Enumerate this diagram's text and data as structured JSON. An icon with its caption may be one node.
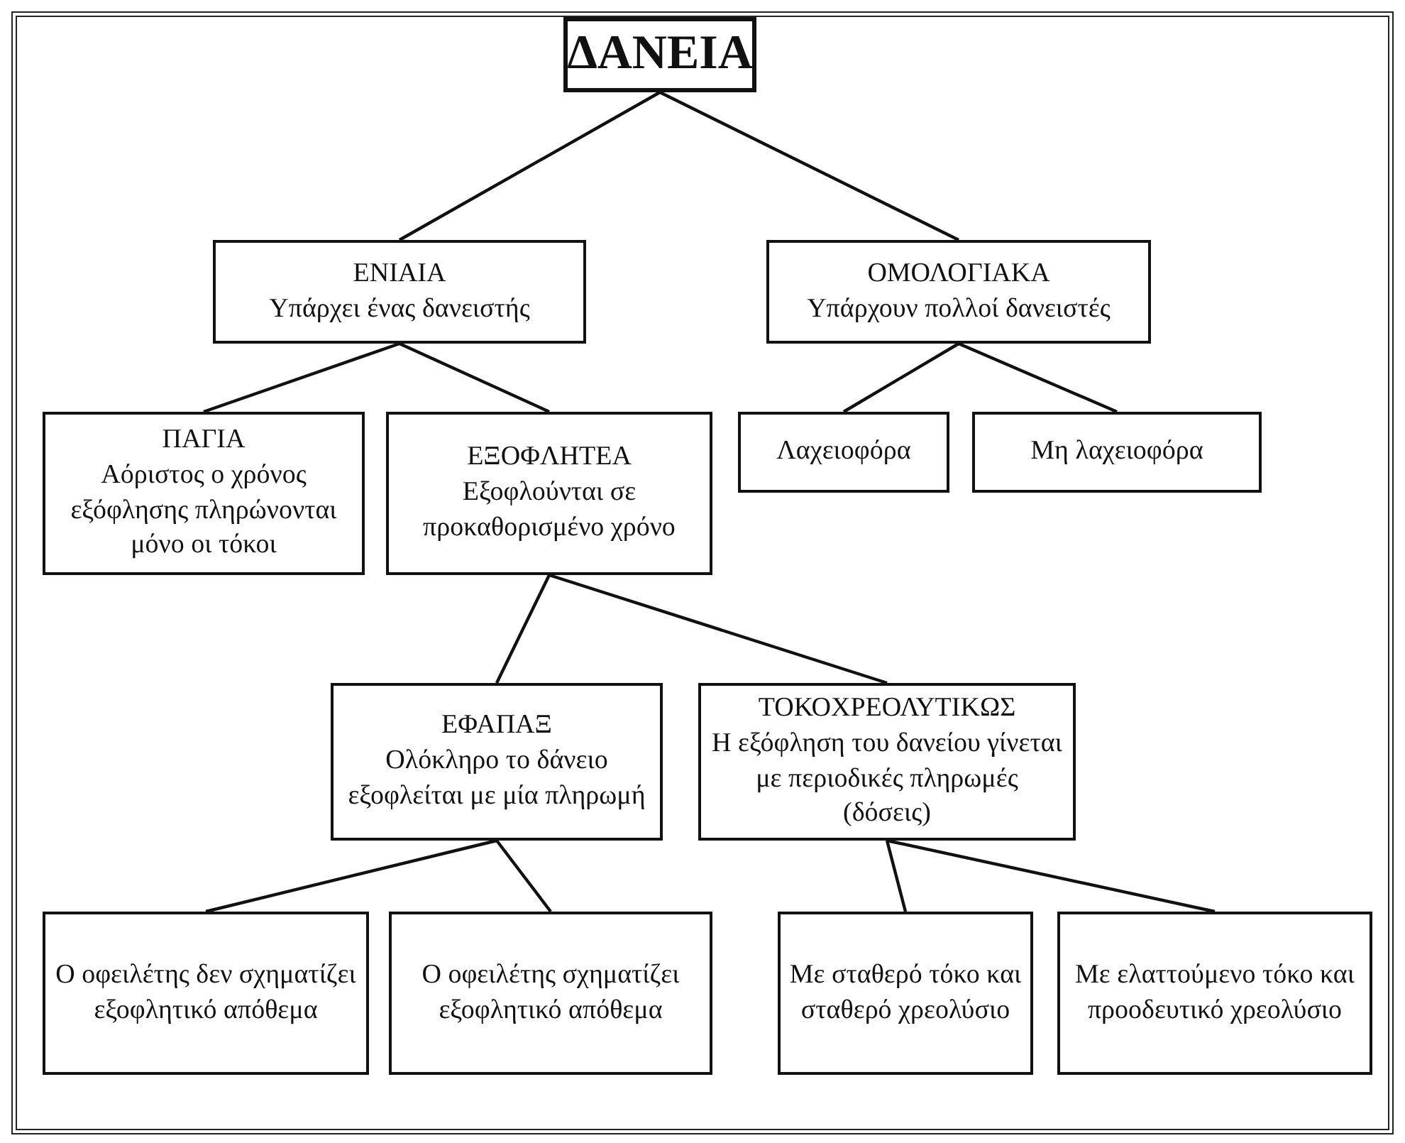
{
  "diagram": {
    "nodes": [
      {
        "text": [
          "ΔΑΝΕΙΑ"
        ]
      },
      {
        "text": [
          "ΕΝΙΑΙΑ",
          "Υπάρχει ένας δανειστής"
        ]
      },
      {
        "text": [
          "ΟΜΟΛΟΓΙΑΚΑ",
          "Υπάρχουν πολλοί δανειστές"
        ]
      },
      {
        "text": [
          "ΠΑΓΙΑ",
          "Αόριστος ο χρόνος εξόφλησης πληρώνονται μόνο οι τόκοι"
        ]
      },
      {
        "text": [
          "ΕΞΟΦΛΗΤΕΑ",
          "Εξοφλούνται σε προκαθορισμένο χρόνο"
        ]
      },
      {
        "text": [
          "Λαχειοφόρα"
        ]
      },
      {
        "text": [
          "Μη λαχειοφόρα"
        ]
      },
      {
        "text": [
          "ΕΦΑΠΑΞ",
          "Ολόκληρο το δάνειο εξοφλείται με μία πληρωμή"
        ]
      },
      {
        "text": [
          "ΤΟΚΟΧΡΕΟΛΥΤΙΚΩΣ",
          "Η εξόφληση του δανείου γίνεται με περιοδικές πληρωμές (δόσεις)"
        ]
      },
      {
        "text": [
          "Ο οφειλέτης δεν σχηματίζει εξοφλητικό απόθεμα"
        ]
      },
      {
        "text": [
          "Ο οφειλέτης σχηματίζει εξοφλητικό απόθεμα"
        ]
      },
      {
        "text": [
          "Με σταθερό τόκο και σταθερό χρεολύσιο"
        ]
      },
      {
        "text": [
          "Με ελαττούμενο τόκο και προοδευτικό χρεολύσιο"
        ]
      }
    ],
    "edges": [
      {
        "from": 0,
        "to": 1,
        "arrow": "none"
      },
      {
        "from": 0,
        "to": 2,
        "arrow": "none"
      },
      {
        "from": 1,
        "to": 3,
        "arrow": "none"
      },
      {
        "from": 1,
        "to": 4,
        "arrow": "none"
      },
      {
        "from": 2,
        "to": 5,
        "arrow": "none"
      },
      {
        "from": 2,
        "to": 6,
        "arrow": "none"
      },
      {
        "from": 4,
        "to": 7,
        "arrow": "none"
      },
      {
        "from": 4,
        "to": 8,
        "arrow": "none"
      },
      {
        "from": 7,
        "to": 9,
        "arrow": "none"
      },
      {
        "from": 7,
        "to": 10,
        "arrow": "none"
      },
      {
        "from": 8,
        "to": 11,
        "arrow": "none"
      },
      {
        "from": 8,
        "to": 12,
        "arrow": "none"
      }
    ]
  }
}
